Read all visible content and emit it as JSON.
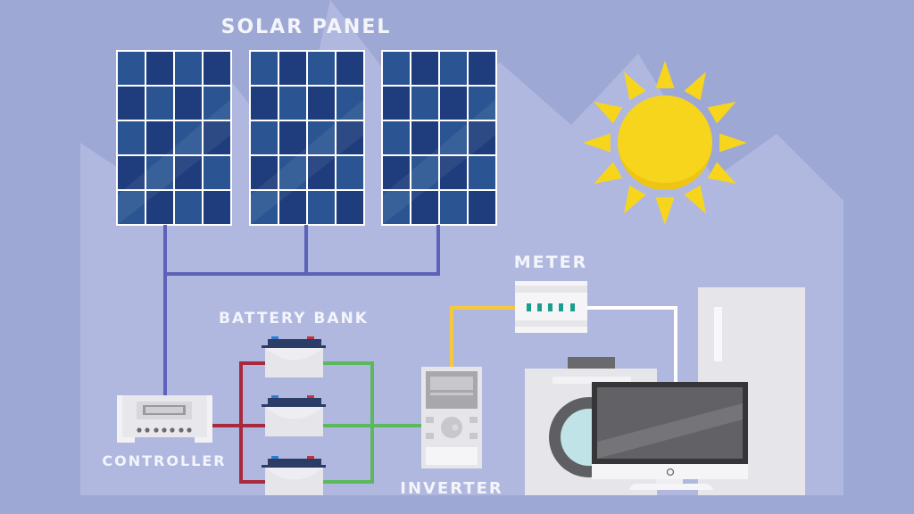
{
  "labels": {
    "solar_panel": "SOLAR PANEL",
    "battery_bank": "BATTERY BANK",
    "controller": "CONTROLLER",
    "inverter": "INVERTER",
    "meter": "METER"
  },
  "colors": {
    "background": "#9ea8d4",
    "mountains": "#b0b8e0",
    "panel_wire": "#5c62b8",
    "positive_wire": "#a82a3c",
    "negative_wire": "#5cb85c",
    "ac_wire": "#f5c842",
    "sun": "#f7d51d"
  }
}
